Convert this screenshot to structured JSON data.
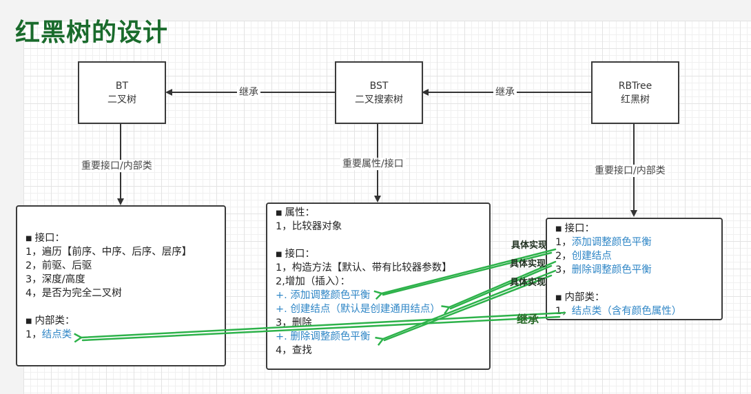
{
  "title": "红黑树的设计",
  "nodes": {
    "bt": {
      "name": "BT",
      "subtitle": "二叉树"
    },
    "bst": {
      "name": "BST",
      "subtitle": "二叉搜索树"
    },
    "rbtree": {
      "name": "RBTree",
      "subtitle": "红黑树"
    }
  },
  "edge_labels": {
    "bst_to_bt": "继承",
    "rbtree_to_bst": "继承",
    "bt_down": "重要接口/内部类",
    "bst_down": "重要属性/接口",
    "rbtree_down": "重要接口/内部类"
  },
  "bt_detail": {
    "interface_heading": "接口：",
    "items": [
      "1，遍历【前序、中序、后序、层序】",
      "2，前驱、后驱",
      "3，深度/高度",
      "4，是否为完全二叉树"
    ],
    "inner_heading": "内部类：",
    "inner_prefix": "1，",
    "inner_item": "结点类"
  },
  "bst_detail": {
    "attr_heading": "属性：",
    "attr_item": "1，比较器对象",
    "interface_heading": "接口：",
    "items": [
      "1，构造方法【默认、带有比较器参数】",
      "2,增加（插入）：",
      "+. 添加调整颜色平衡",
      "+. 创建结点（默认是创建通用结点）",
      "3，删除",
      "+. 删除调整颜色平衡",
      "4，查找"
    ]
  },
  "rb_detail": {
    "interface_heading": "接口：",
    "items": [
      {
        "prefix": "1，",
        "text": "添加调整颜色平衡"
      },
      {
        "prefix": "2，",
        "text": "创建结点"
      },
      {
        "prefix": "3，",
        "text": "删除调整颜色平衡"
      }
    ],
    "inner_heading": "内部类：",
    "inner_prefix": "1，",
    "inner_item": "结点类（含有颜色属性）"
  },
  "annotations": {
    "impl_1": "具体实现",
    "impl_2": "具体实现",
    "impl_3": "具体实现",
    "inherit": "继承"
  },
  "colors": {
    "title": "#1a6b2c",
    "highlight_blue": "#2f86c6",
    "annotation_green": "#2db24a"
  }
}
